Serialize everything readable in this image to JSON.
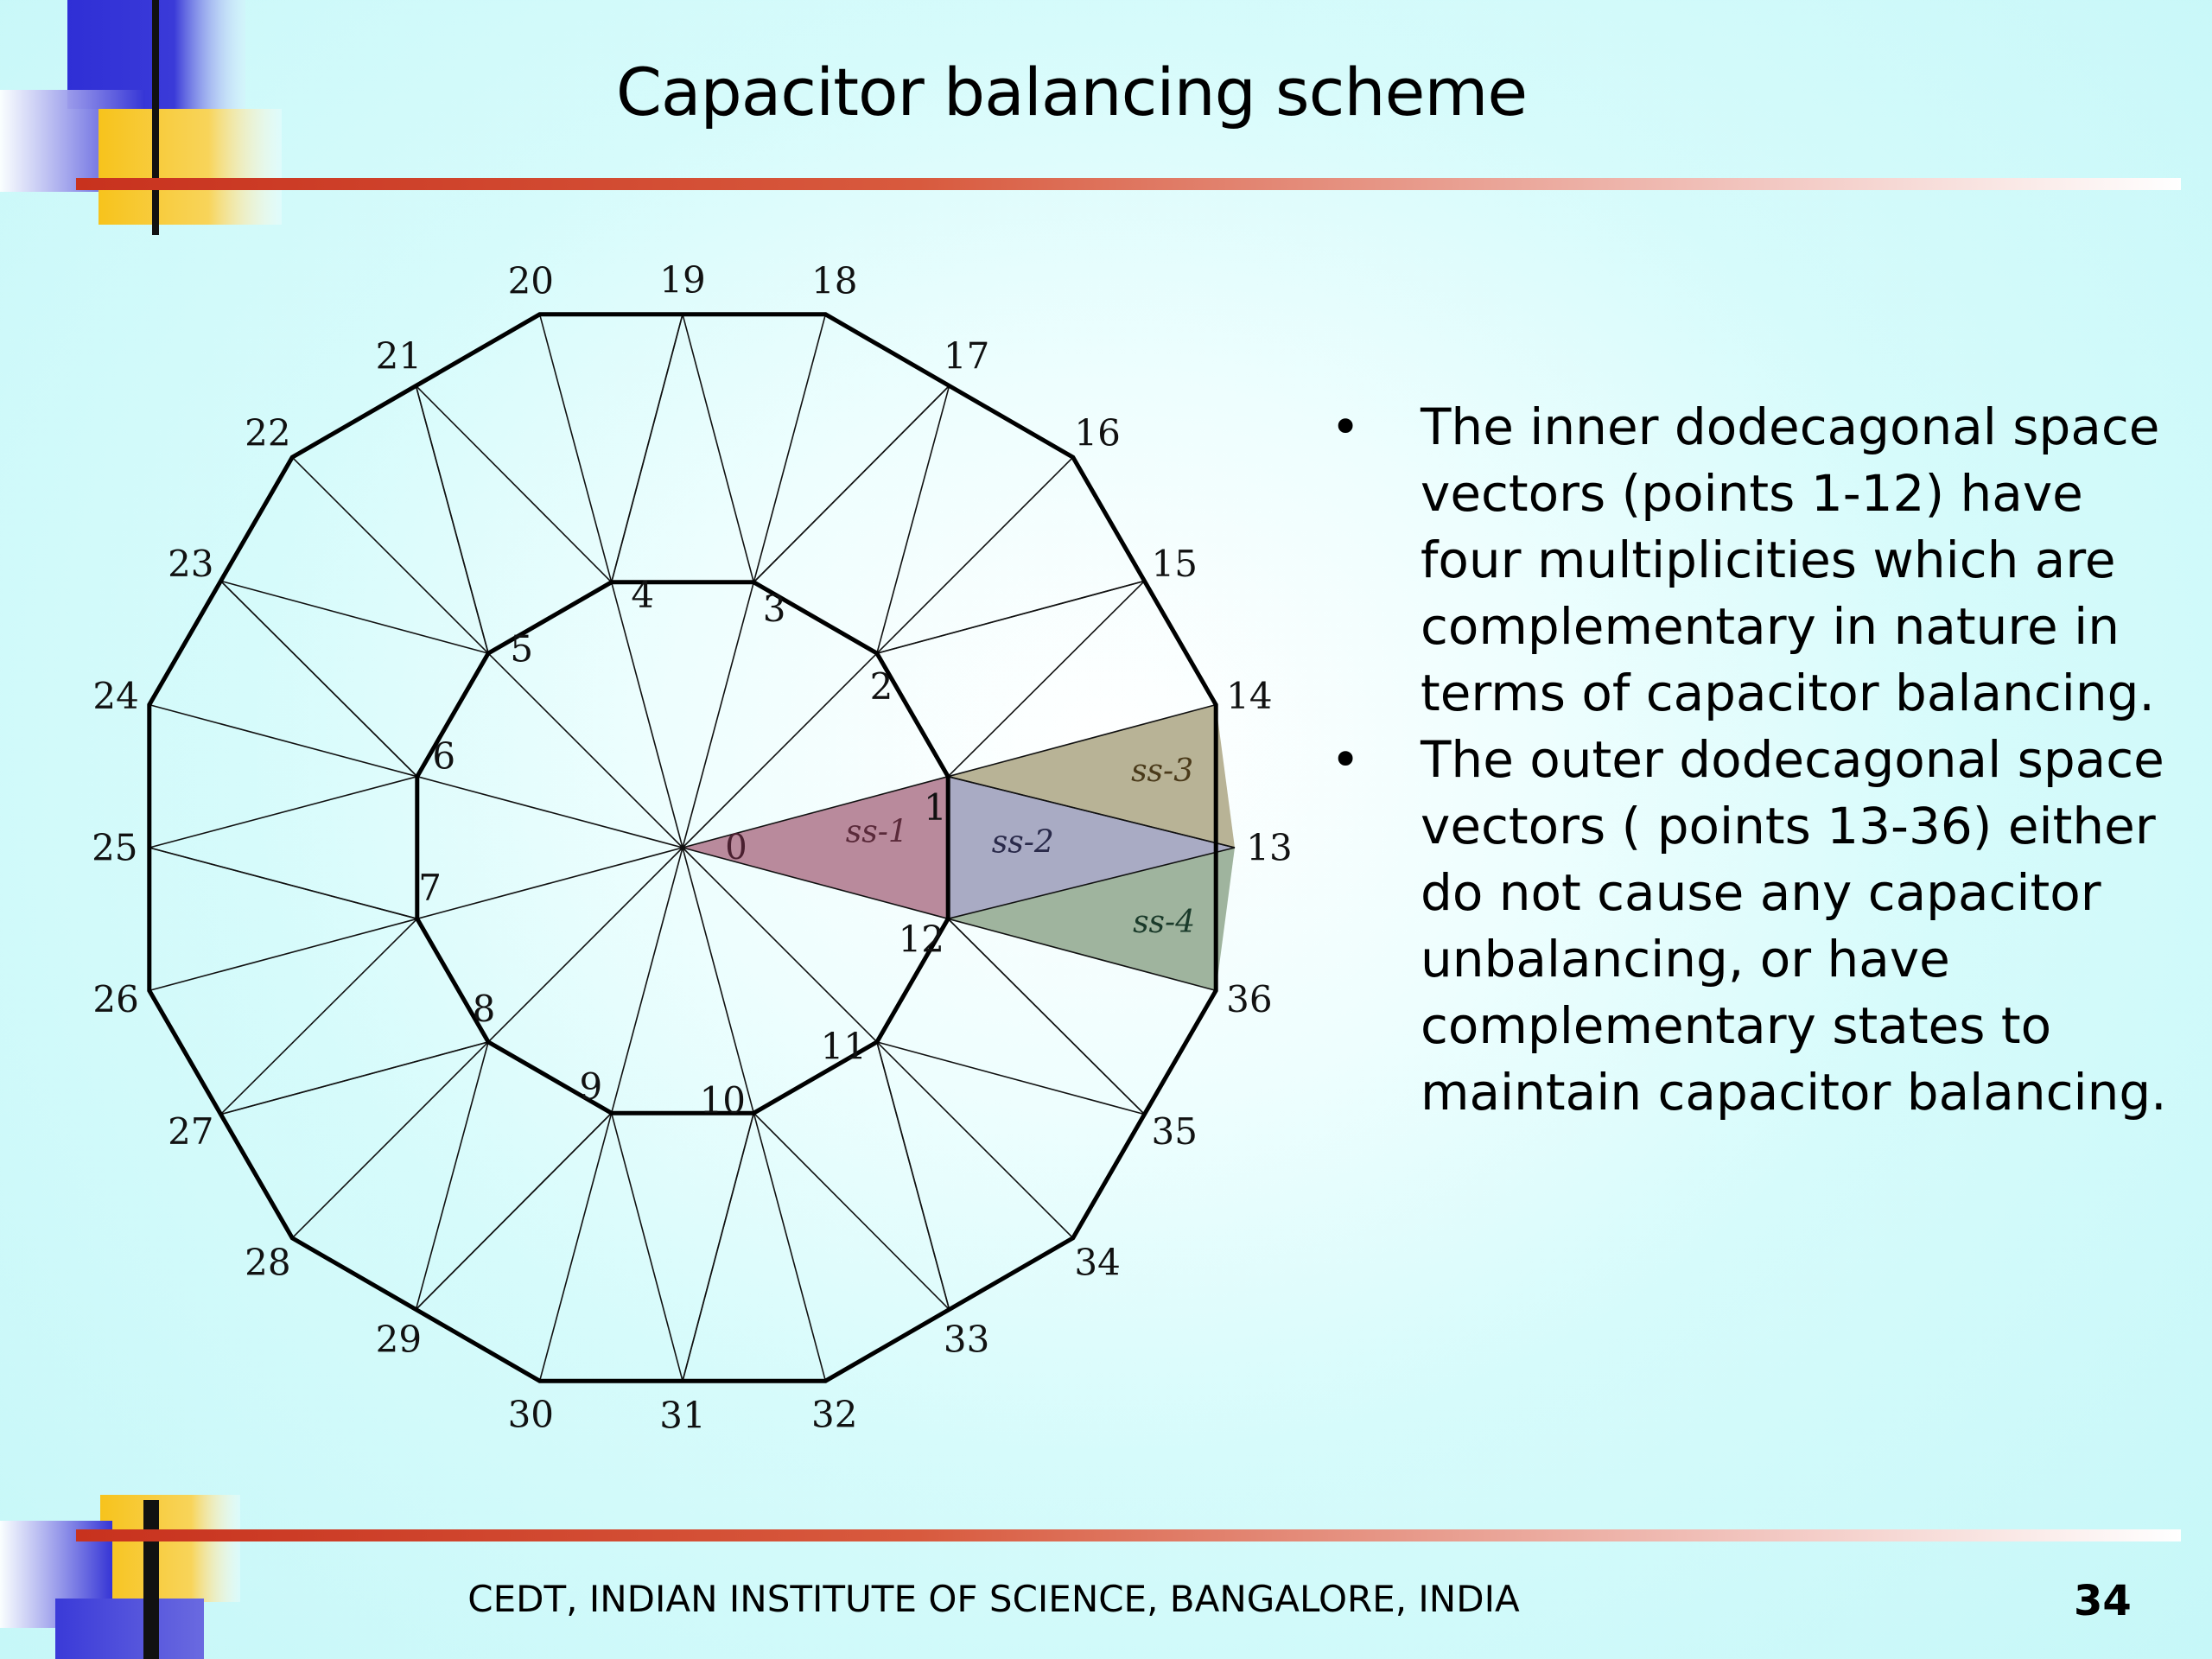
{
  "slide": {
    "title": "Capacitor balancing scheme",
    "footer": "CEDT, INDIAN INSTITUTE OF SCIENCE, BANGALORE, INDIA",
    "page_number": "34"
  },
  "bullets": [
    {
      "marker": "•",
      "text": "The inner dodecagonal space vectors (points 1-12) have four multiplicities which are complementary in nature in terms of capacitor balancing."
    },
    {
      "marker": "•",
      "text": "The outer dodecagonal space vectors ( points 13-36) either do not cause any capacitor unbalancing, or have complementary states to maintain capacitor balancing."
    }
  ],
  "diagram": {
    "center_label": "0",
    "inner_labels": [
      "1",
      "2",
      "3",
      "4",
      "5",
      "6",
      "7",
      "8",
      "9",
      "10",
      "11",
      "12"
    ],
    "outer_labels": [
      "13",
      "14",
      "15",
      "16",
      "17",
      "18",
      "19",
      "20",
      "21",
      "22",
      "23",
      "24",
      "25",
      "26",
      "27",
      "28",
      "29",
      "30",
      "31",
      "32",
      "33",
      "34",
      "35",
      "36"
    ],
    "sectors": [
      {
        "label": "ss-1",
        "fill": "#b98a9c"
      },
      {
        "label": "ss-2",
        "fill": "#a9abc4"
      },
      {
        "label": "ss-3",
        "fill": "#b8b396"
      },
      {
        "label": "ss-4",
        "fill": "#9fb49e"
      }
    ]
  },
  "colors": {
    "accent_red": "#c8321e",
    "deco_blue": "#3a3ad8",
    "deco_yellow": "#f7c31c",
    "background": "#c6f7f8"
  }
}
